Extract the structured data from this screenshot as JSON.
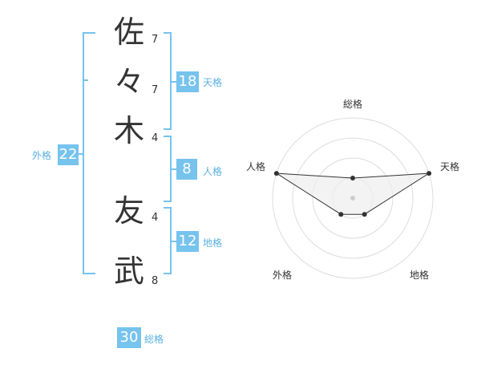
{
  "name_chars": [
    {
      "char": "佐",
      "strokes": "7"
    },
    {
      "char": "々",
      "strokes": "7"
    },
    {
      "char": "木",
      "strokes": "4"
    },
    {
      "char": "友",
      "strokes": "4"
    },
    {
      "char": "武",
      "strokes": "8"
    }
  ],
  "scores": {
    "tenkaku": {
      "value": "18",
      "label": "天格"
    },
    "jinkaku": {
      "value": "8",
      "label": "人格"
    },
    "chikaku": {
      "value": "12",
      "label": "地格"
    },
    "gaikaku": {
      "value": "22",
      "label": "外格"
    },
    "soukaku": {
      "value": "30",
      "label": "総格"
    }
  },
  "colors": {
    "accent": "#76c3ee",
    "text": "#333333",
    "radar_fill": "#eeeeee"
  },
  "chart_data": {
    "type": "radar",
    "axes": [
      "総格",
      "天格",
      "地格",
      "外格",
      "人格"
    ],
    "levels": 4,
    "range": [
      0,
      4
    ],
    "values": [
      1,
      4,
      1,
      1,
      4
    ]
  }
}
